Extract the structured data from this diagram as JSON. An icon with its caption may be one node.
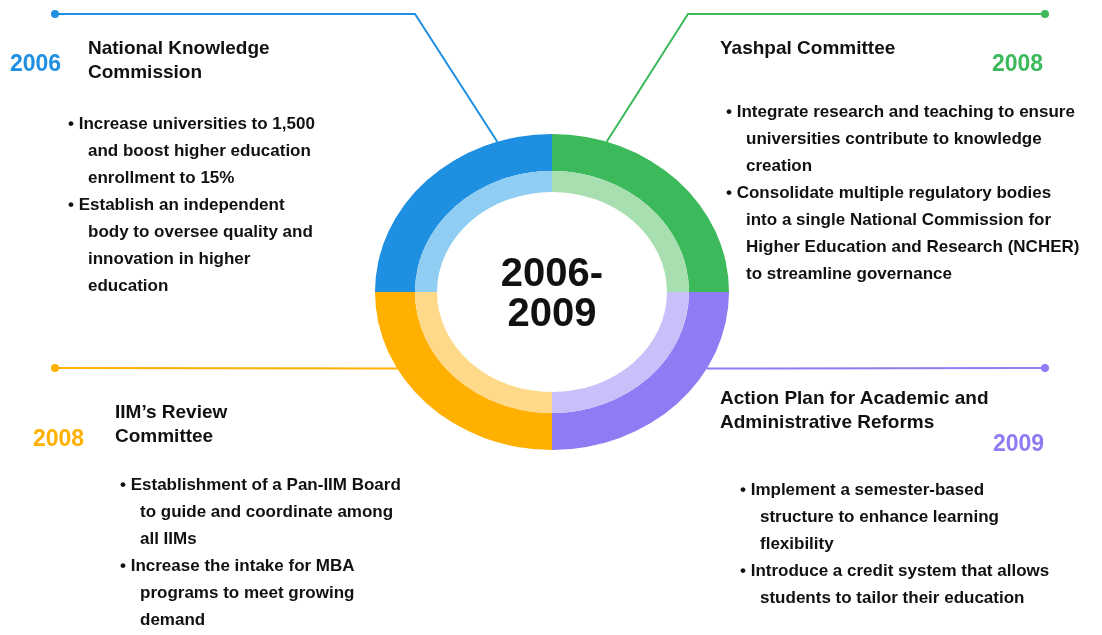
{
  "diagram": {
    "nodes": [
      {
        "text": [
          "2006-2009"
        ]
      },
      {
        "text": [],
        "shape": "arc"
      },
      {
        "text": [],
        "shape": "arc"
      },
      {
        "text": [],
        "shape": "arc"
      },
      {
        "text": [],
        "shape": "arc"
      },
      {
        "text": [
          "2006",
          "National Knowledge Commission",
          "• Increase universities to 1,500 and boost higher education enrollment to 15%",
          "• Establish an independent body to oversee quality and innovation in higher education"
        ]
      },
      {
        "text": [
          "2008",
          "Yashpal Committee",
          "• Integrate research and teaching to ensure universities contribute to knowledge creation",
          "• Consolidate multiple regulatory bodies into a single National Commission for Higher Education and Research (NCHER) to streamline governance"
        ]
      },
      {
        "text": [
          "2008",
          "IIM’s Review Committee",
          "• Establishment of a Pan-IIM Board to guide and coordinate among all IIMs",
          "• Increase the intake for MBA programs to meet growing demand"
        ]
      },
      {
        "text": [
          "2009",
          "Action Plan for Academic and Administrative Reforms",
          "• Implement a semester-based structure to enhance learning flexibility",
          "• Introduce a credit system that allows students to tailor their education"
        ]
      }
    ],
    "edges": [
      {
        "from": 1,
        "to": 5,
        "arrow": "other",
        "color": "#1e8fe1"
      },
      {
        "from": 2,
        "to": 6,
        "arrow": "other",
        "color": "#3cb95a"
      },
      {
        "from": 3,
        "to": 7,
        "arrow": "other",
        "color": "#ffb000"
      },
      {
        "from": 4,
        "to": 8,
        "arrow": "other",
        "color": "#8f7cf4"
      }
    ]
  }
}
